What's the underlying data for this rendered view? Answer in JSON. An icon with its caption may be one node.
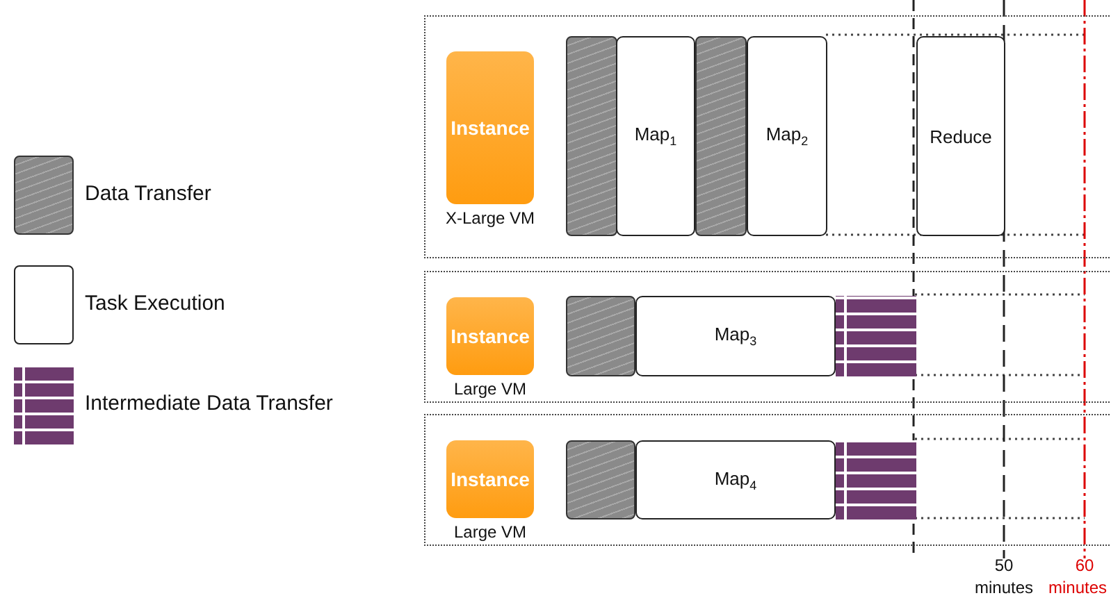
{
  "diagram": {
    "nodes": [
      {
        "text": [],
        "shape": "band"
      },
      {
        "text": [
          "Instance"
        ],
        "in": 0,
        "beside": [
          "X-Large VM"
        ]
      },
      {
        "text": [],
        "shape": "box",
        "in": 0
      },
      {
        "text": [
          "Map$_{1}$"
        ],
        "in": 0
      },
      {
        "text": [],
        "shape": "box",
        "in": 0
      },
      {
        "text": [
          "Map$_{2}$"
        ],
        "in": 0
      },
      {
        "text": [
          "Reduce"
        ],
        "in": 0
      },
      {
        "text": [],
        "shape": "band"
      },
      {
        "text": [
          "Instance"
        ],
        "in": 7,
        "beside": [
          "Large VM"
        ]
      },
      {
        "text": [],
        "shape": "box",
        "in": 7
      },
      {
        "text": [
          "Map$_{3}$"
        ],
        "in": 7
      },
      {
        "text": [],
        "shape": "bar",
        "in": 7
      },
      {
        "text": [],
        "shape": "band"
      },
      {
        "text": [
          "Instance"
        ],
        "in": 12,
        "beside": [
          "Large VM"
        ]
      },
      {
        "text": [],
        "shape": "box",
        "in": 12
      },
      {
        "text": [
          "Map$_{4}$"
        ],
        "in": 12
      },
      {
        "text": [],
        "shape": "bar",
        "in": 12
      }
    ],
    "labels": [
      "50",
      "minutes",
      "60",
      "minutes"
    ],
    "legend": [
      {
        "text": "Data Transfer",
        "color": "#8a8a8a"
      },
      {
        "text": "Task Execution",
        "color": "#ffffff"
      },
      {
        "text": "Intermediate Data Transfer",
        "color": "#6e3b6e"
      }
    ]
  }
}
